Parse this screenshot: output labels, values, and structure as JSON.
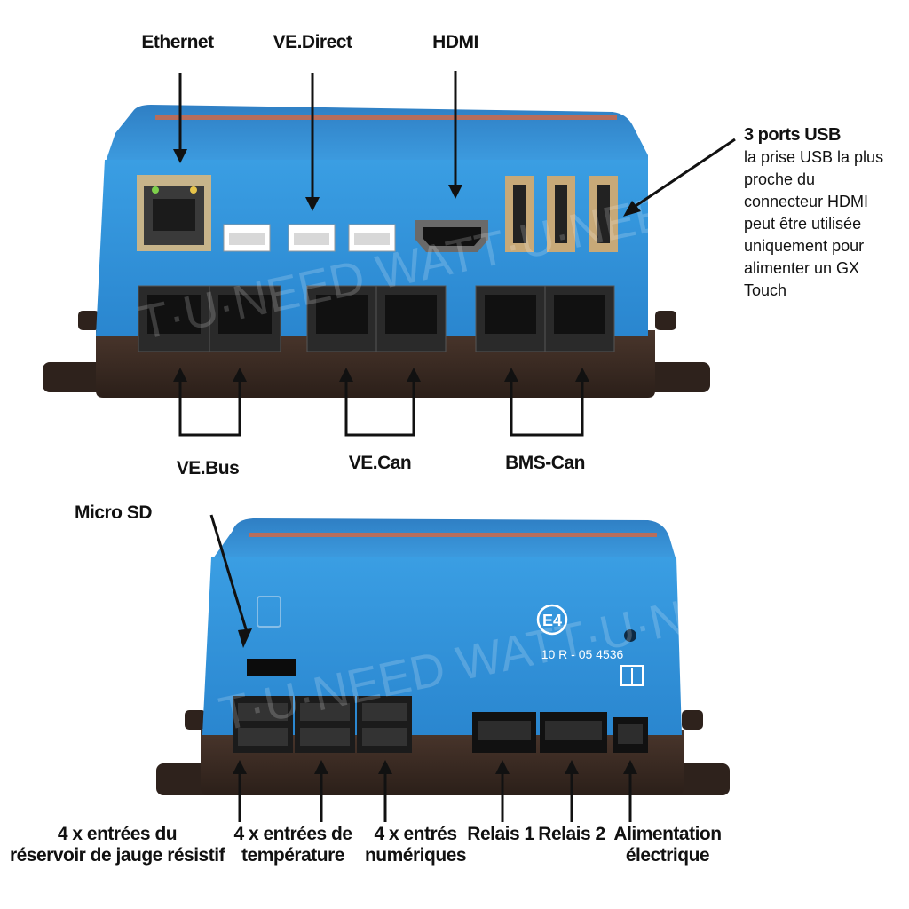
{
  "colors": {
    "housing_blue": "#2f8fd6",
    "housing_dark": "#1d6fb2",
    "base_brown": "#3b2a22",
    "stripe_red": "#c46a50"
  },
  "top_labels": {
    "ethernet": "Ethernet",
    "vedirect": "VE.Direct",
    "hdmi": "HDMI",
    "vebus": "VE.Bus",
    "vecan": "VE.Can",
    "bmscan": "BMS-Can"
  },
  "usb_note": {
    "title": "3 ports USB",
    "lines": [
      "la prise USB la plus",
      "proche du",
      "connecteur HDMI",
      "peut être utilisée",
      "uniquement pour",
      "alimenter un GX",
      "Touch"
    ]
  },
  "bottom_labels": {
    "microsd": "Micro SD",
    "tank": [
      "4 x entrées du",
      "réservoir de jauge résistif"
    ],
    "temp": [
      "4 x entrées de",
      "température"
    ],
    "digital": [
      "4 x entrés",
      "numériques"
    ],
    "relay1": "Relais 1",
    "relay2": "Relais 2",
    "power": [
      "Alimentation",
      "électrique"
    ]
  },
  "device_markings": {
    "e_mark": "E4",
    "approval": "10 R - 05 4536",
    "watermark": "T·U·NEED WATT·U·NEED WATT"
  }
}
